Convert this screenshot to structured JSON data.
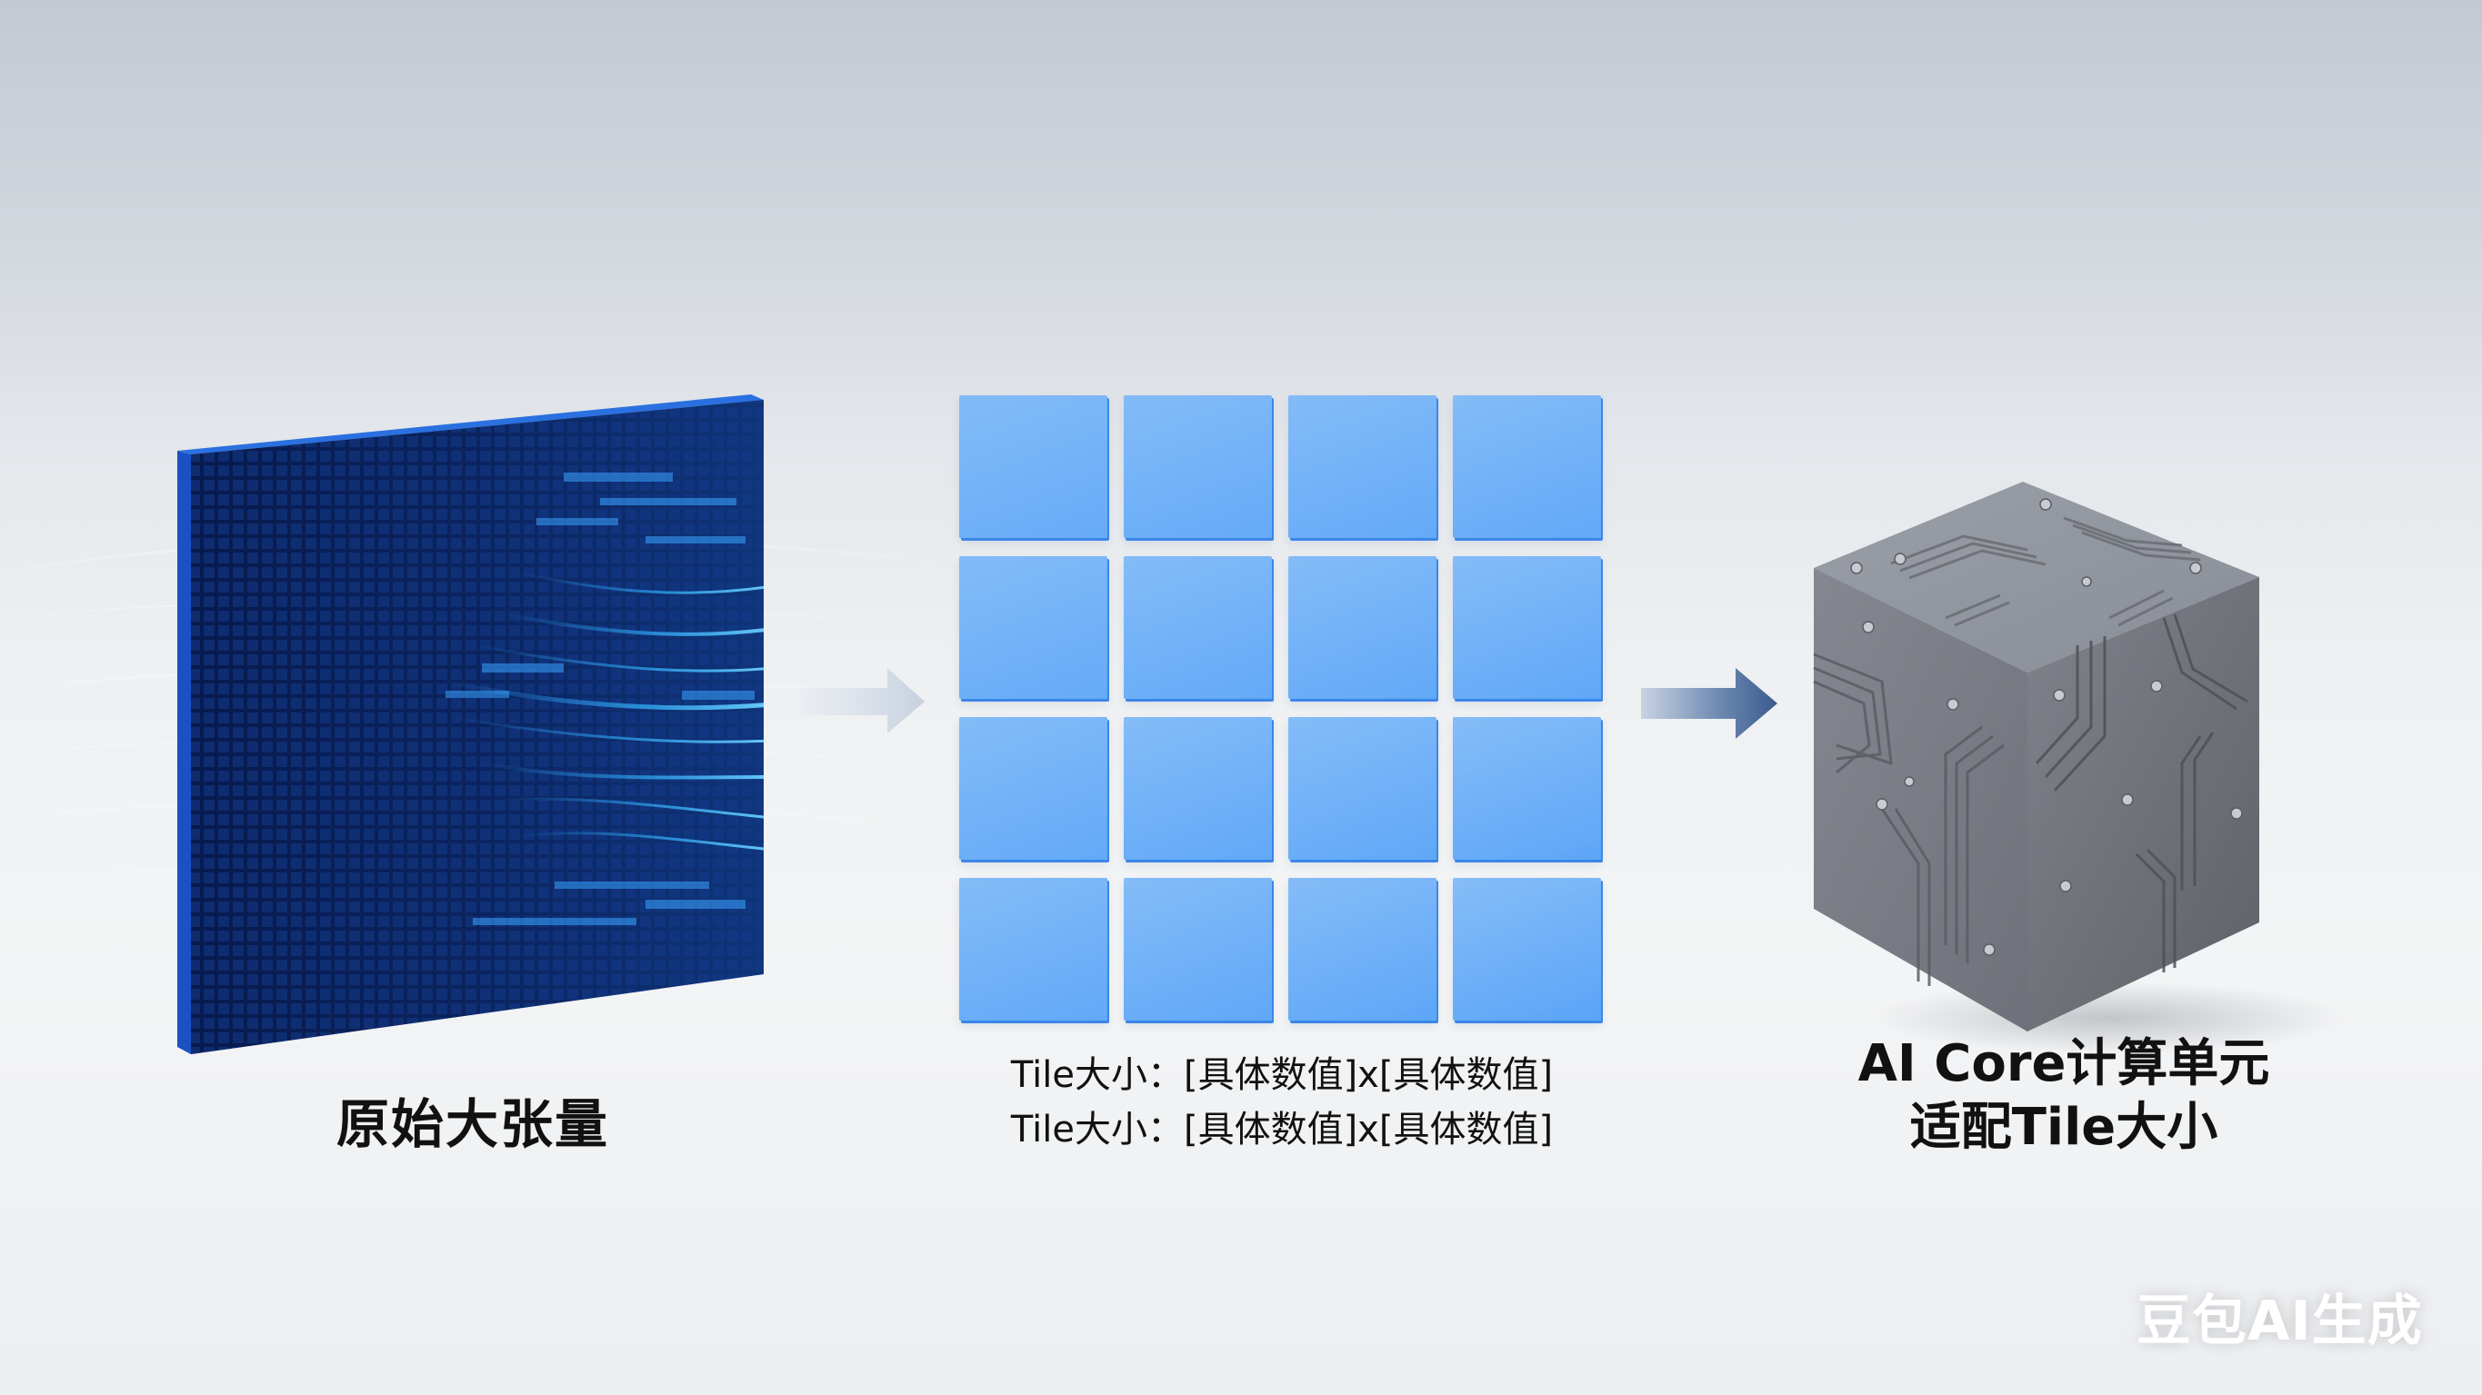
{
  "diagram": {
    "stages": [
      {
        "id": "tensor",
        "label": "原始大张量",
        "visual": "dark-blue tensor panel with glowing data streams"
      },
      {
        "id": "tiles",
        "grid": {
          "rows": 4,
          "cols": 4
        },
        "label_lines": [
          "Tile大小：[具体数值]x[具体数值]",
          "Tile大小：[具体数值]x[具体数值]"
        ],
        "visual": "4x4 grid of light-blue tiles"
      },
      {
        "id": "ai_core",
        "label_lines": [
          "AI Core计算单元",
          "适配Tile大小"
        ],
        "visual": "gray cube with circuit-trace engravings"
      }
    ],
    "arrows": [
      {
        "from": "tensor",
        "to": "tiles",
        "icon": "arrow-right-icon",
        "color": "#c9d3e2"
      },
      {
        "from": "tiles",
        "to": "ai_core",
        "icon": "arrow-right-icon",
        "color": "#3d5f94"
      }
    ]
  },
  "colors": {
    "tensor_panel": "#0a1f5c",
    "tensor_edge": "#1a5fd6",
    "tile_top": "#8fc1f8",
    "tile_bottom": "#5aa5f7",
    "tile_edge": "#3b86e8",
    "cube_face": "#7d8088",
    "text": "#111111",
    "watermark": "#ffffff"
  },
  "watermark": {
    "text": "豆包AI生成"
  }
}
